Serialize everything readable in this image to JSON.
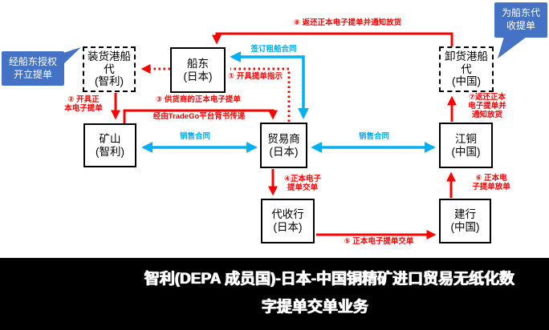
{
  "diagram": {
    "callouts": {
      "left": "经船东授权\n开立提单",
      "right": "为船东代\n收提单"
    },
    "nodes": {
      "loading_agent": {
        "name": "装货港船代",
        "country": "(智利)"
      },
      "shipowner": {
        "name": "船东",
        "country": "(日本)"
      },
      "discharge_agent": {
        "name": "卸货港船代",
        "country": "(中国)"
      },
      "mine": {
        "name": "矿山",
        "country": "(智利)"
      },
      "trader": {
        "name": "贸易商",
        "country": "(日本)"
      },
      "jiangtong": {
        "name": "江铜",
        "country": "(中国)"
      },
      "collecting_bank": {
        "name": "代收行",
        "country": "(日本)"
      },
      "ccb": {
        "name": "建行",
        "country": "(中国)"
      }
    },
    "labels": {
      "step1": "① 开具提单指示",
      "step2": "② 开具正\n本电子提单",
      "step3": "③ 供货商的正本电子提单",
      "step3b": "经由TradeGo平台背书传递",
      "step4": "④正本电子\n提单交单",
      "step5": "⑤ 正本电子提单交单",
      "step6": "⑥ 正本电\n子提单放单",
      "step7": "⑦返还正本\n电子提单并\n通知放货",
      "step8": "⑧ 返还正本电子提单并通知放货",
      "charter": "签订租船合同",
      "sales_left": "销售合同",
      "sales_right": "销售合同"
    },
    "colors": {
      "red": "#ff0000",
      "blue": "#00b0f0",
      "callout_blue": "#4472c4"
    }
  },
  "caption": {
    "line1": "智利(DEPA 成员国)-日本-中国铜精矿进口贸易无纸化数",
    "line2": "字提单交单业务"
  }
}
